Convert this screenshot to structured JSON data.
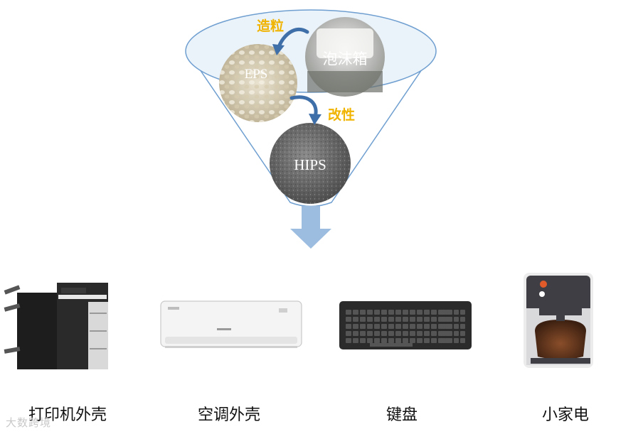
{
  "funnel": {
    "process_granulate": "造粒",
    "process_modify": "改性",
    "source_material": "泡沫箱",
    "intermediate_material": "EPS",
    "final_material": "HIPS"
  },
  "applications": [
    {
      "label": "打印机外壳",
      "icon": "printer-icon"
    },
    {
      "label": "空调外壳",
      "icon": "air-conditioner-icon"
    },
    {
      "label": "键盘",
      "icon": "keyboard-icon"
    },
    {
      "label": "小家电",
      "icon": "coffee-maker-icon"
    }
  ],
  "watermark": "大数跨境",
  "colors": {
    "funnel_outline": "#6f9fd0",
    "rim_fill": "#eaf2fa",
    "arrow_blue": "#3f6fa8",
    "process_label": "#f0b400",
    "down_arrow": "#9cbde0"
  }
}
